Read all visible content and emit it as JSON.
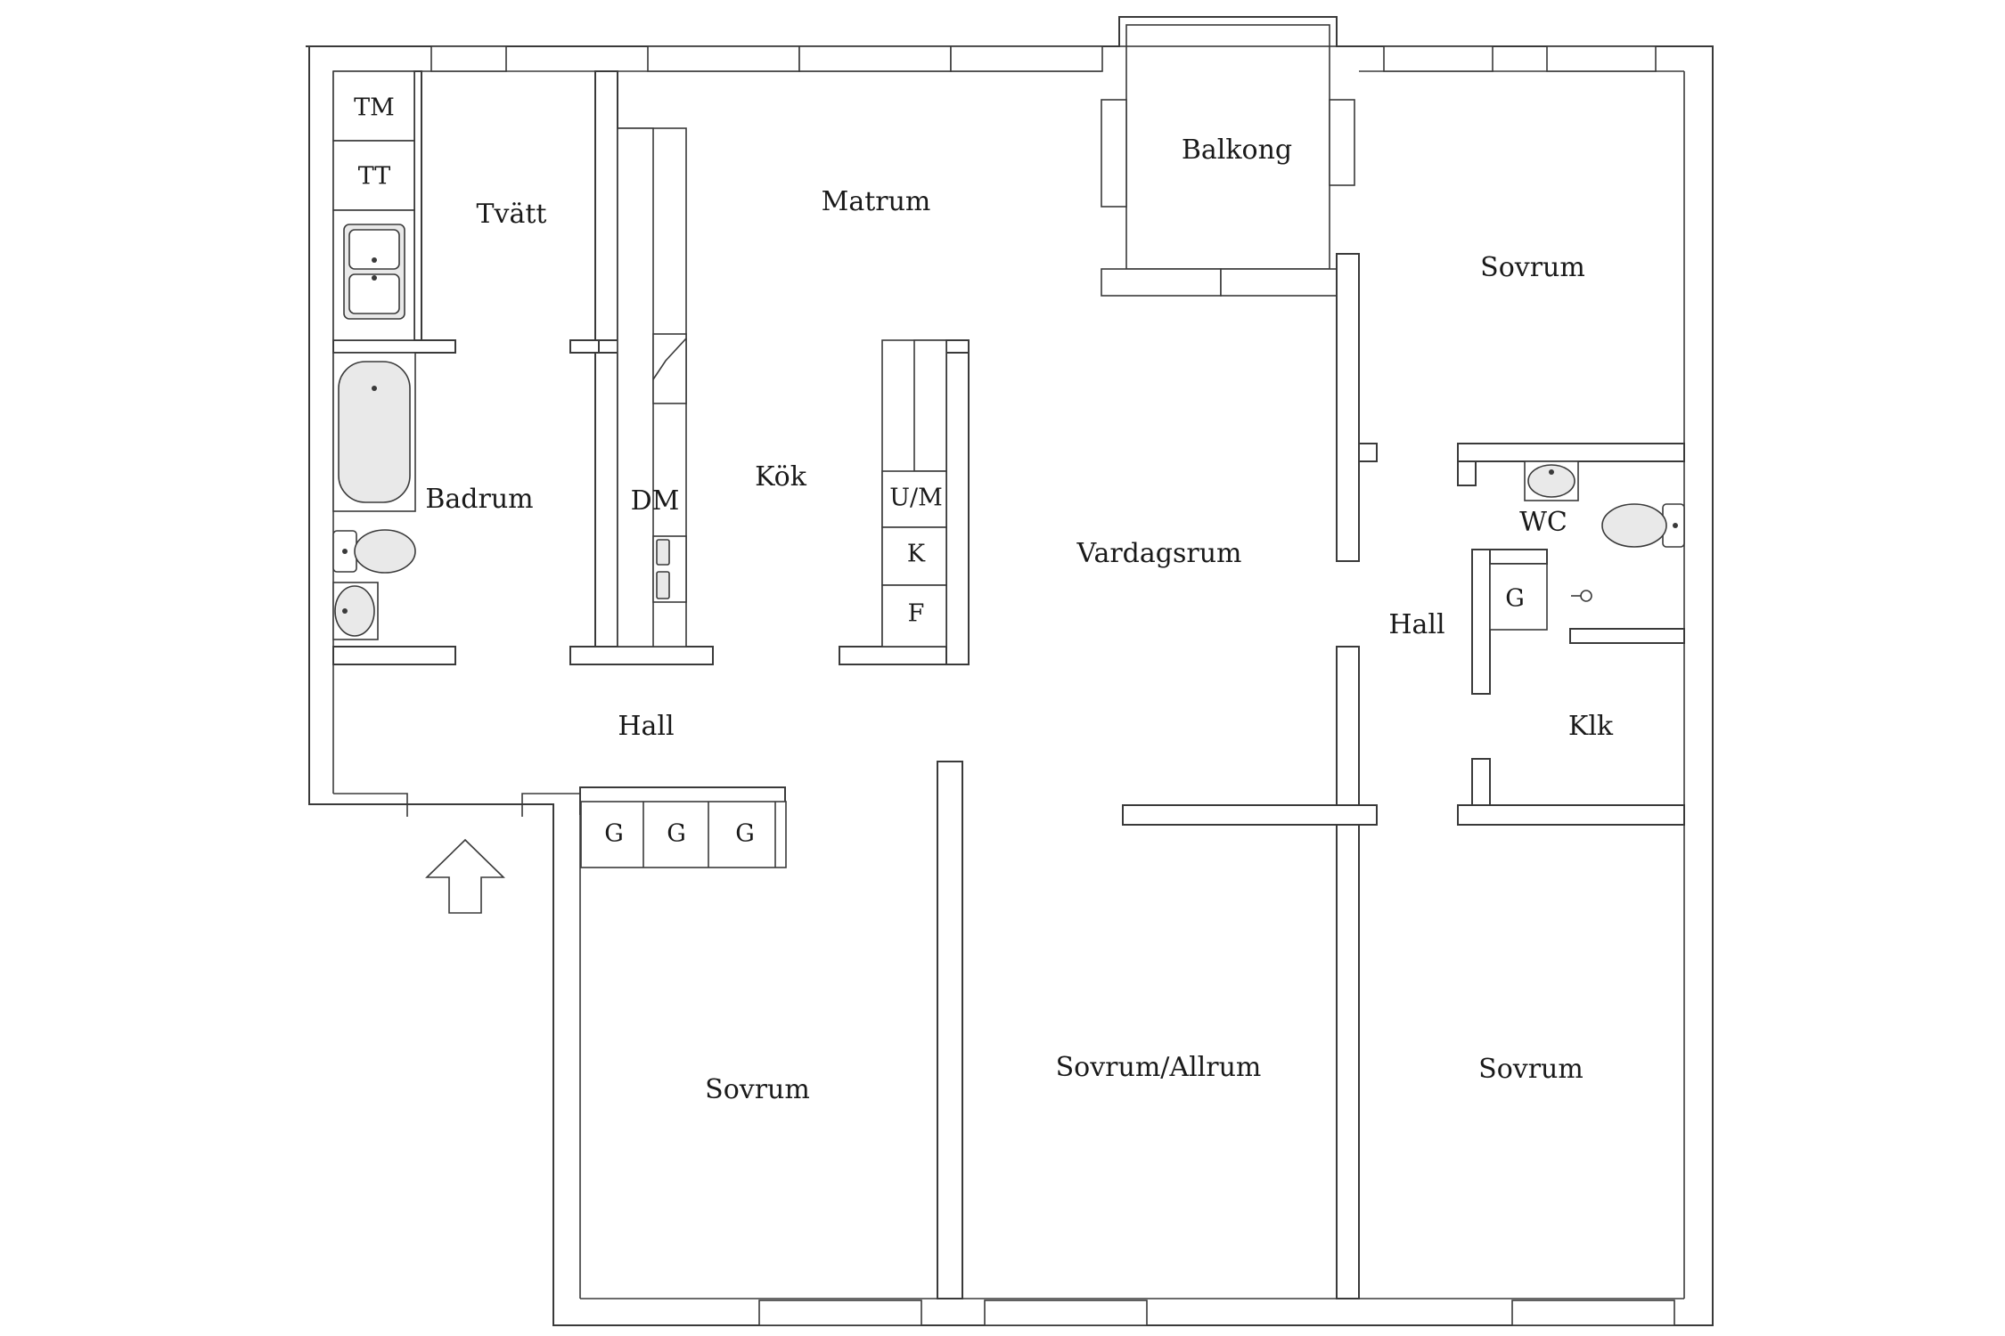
{
  "rooms": {
    "tvatt": "Tvätt",
    "matrum": "Matrum",
    "balkong": "Balkong",
    "sovrum_ne": "Sovrum",
    "badrum": "Badrum",
    "kok": "Kök",
    "dm": "DM",
    "vardagsrum": "Vardagsrum",
    "wc": "WC",
    "hall_east": "Hall",
    "hall_west": "Hall",
    "klk": "Klk",
    "sovrum_sw": "Sovrum",
    "sovrum_allrum": "Sovrum/Allrum",
    "sovrum_se": "Sovrum"
  },
  "appliances": {
    "tm": "TM",
    "tt": "TT",
    "um": "U/M",
    "k": "K",
    "f": "F"
  },
  "closets": {
    "g1": "G",
    "g2": "G",
    "g3": "G",
    "g4": "G"
  },
  "colors": {
    "line": "#3a3a3a",
    "background": "#ffffff",
    "fixture_fill": "#e9e9e9"
  },
  "icons": [
    "entrance-arrow-icon",
    "bathtub-icon",
    "toilet-icon",
    "sink-icon",
    "double-sink-icon",
    "dishwasher-icon"
  ]
}
